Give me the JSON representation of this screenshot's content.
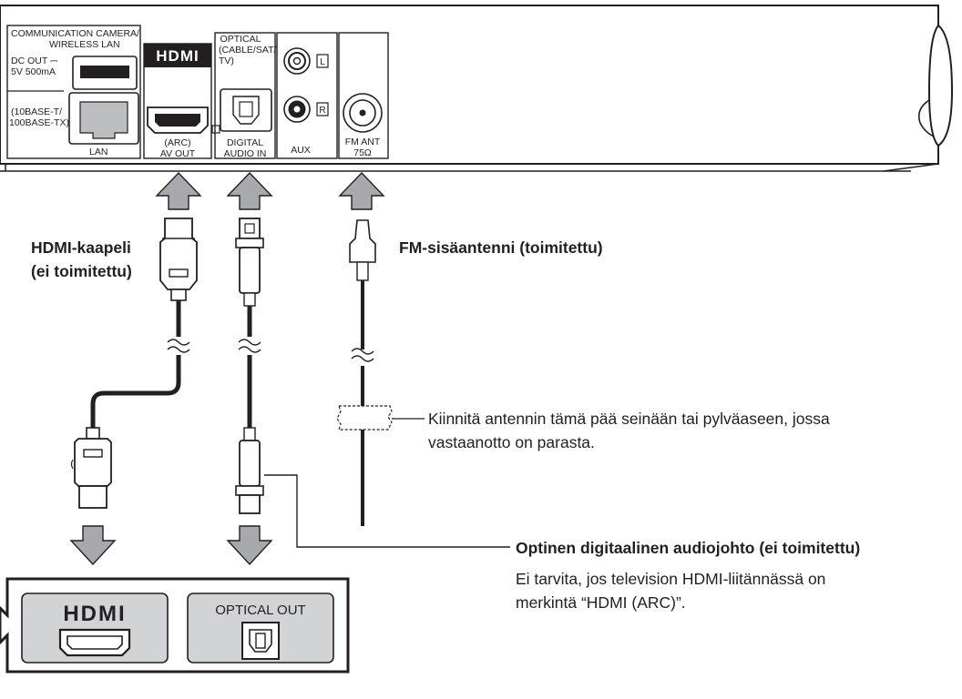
{
  "device_panel": {
    "comm_label_line1": "COMMUNICATION CAMERA/",
    "comm_label_line2": "WIRELESS LAN",
    "dc_out_line1": "DC OUT ⎓",
    "dc_out_line2": "5V 500mA",
    "lan_spec_line1": "(10BASE-T/",
    "lan_spec_line2": "100BASE-TX)",
    "lan_label": "LAN",
    "hdmi_logo": "HDMI",
    "arc_label": "(ARC)",
    "av_out_label": "AV OUT",
    "optical_line1": "OPTICAL",
    "optical_line2": "(CABLE/SAT/",
    "optical_line3": "TV)",
    "digital_audio_line1": "DIGITAL",
    "digital_audio_line2": "AUDIO IN",
    "aux_label": "AUX",
    "aux_left_mark": "L",
    "aux_right_mark": "R",
    "fm_ant_line1": "FM ANT",
    "fm_ant_line2": "75Ω"
  },
  "callouts": {
    "hdmi_cable_line1": "HDMI-kaapeli",
    "hdmi_cable_line2": "(ei toimitettu)",
    "fm_antenna": "FM-sisäantenni (toimitettu)",
    "attach_note_line1": "Kiinnitä antennin tämä pää seinään tai pylväaseen, jossa",
    "attach_note_line2": "vastaanotto on parasta.",
    "optical_cable_title": "Optinen digitaalinen audiojohto (ei toimitettu)",
    "optical_note_line1": "Ei tarvita, jos television HDMI-liitännässä on",
    "optical_note_line2": "merkintä “HDMI (ARC)”."
  },
  "tv_panel": {
    "hdmi_logo": "HDMI",
    "optical_out_label": "OPTICAL OUT"
  },
  "colors": {
    "outline": "#231f20",
    "arrow_fill": "#a7a9ac",
    "panel_fill": "#ffffff"
  }
}
